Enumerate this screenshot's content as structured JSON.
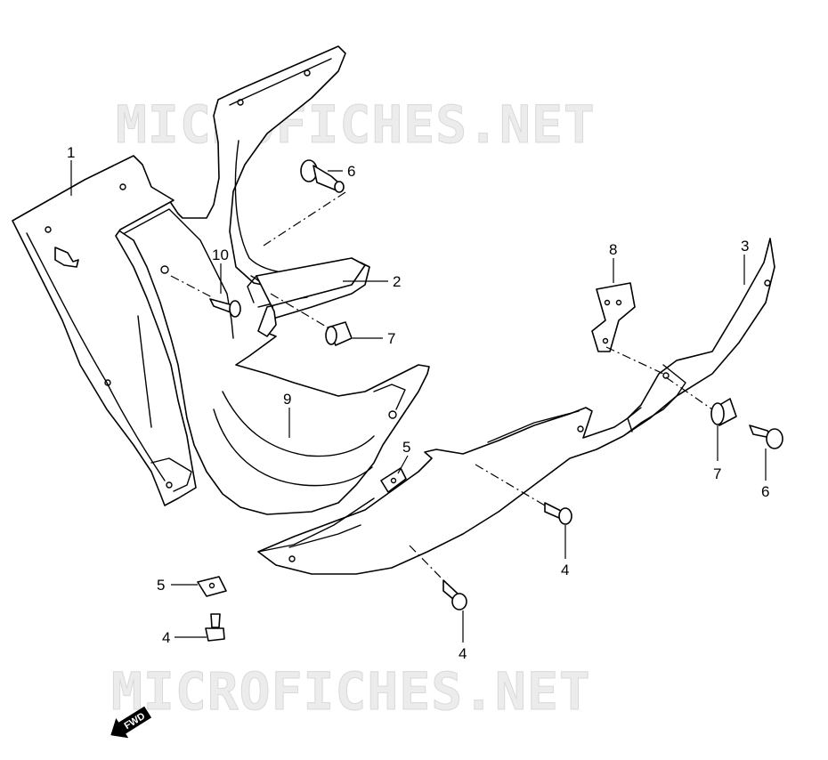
{
  "watermark": {
    "top_text": "MICROFICHES.NET",
    "bottom_text": "MICROFICHES.NET",
    "color": "#e6e6e6"
  },
  "direction_badge": {
    "label": "FWD",
    "icon": "fwd-arrow-icon"
  },
  "callouts": {
    "c1": "1",
    "c2": "2",
    "c3": "3",
    "c4a": "4",
    "c4b": "4",
    "c4c": "4",
    "c5a": "5",
    "c5b": "5",
    "c6a": "6",
    "c6b": "6",
    "c7a": "7",
    "c7b": "7",
    "c8": "8",
    "c9": "9",
    "c10": "10"
  }
}
